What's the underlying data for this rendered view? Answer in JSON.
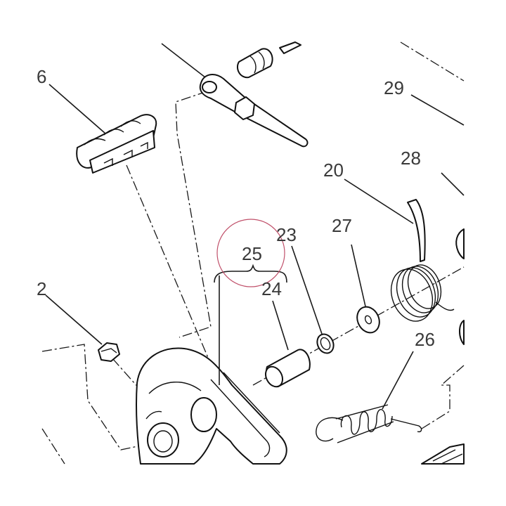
{
  "diagram": {
    "callouts": {
      "c6": "6",
      "c29": "29",
      "c28": "28",
      "c20": "20",
      "c27": "27",
      "c23": "23",
      "c25": "25",
      "c24": "24",
      "c2": "2",
      "c26": "26"
    },
    "highlight_color": "#c0506a",
    "line_color": "#1a1a1a"
  }
}
